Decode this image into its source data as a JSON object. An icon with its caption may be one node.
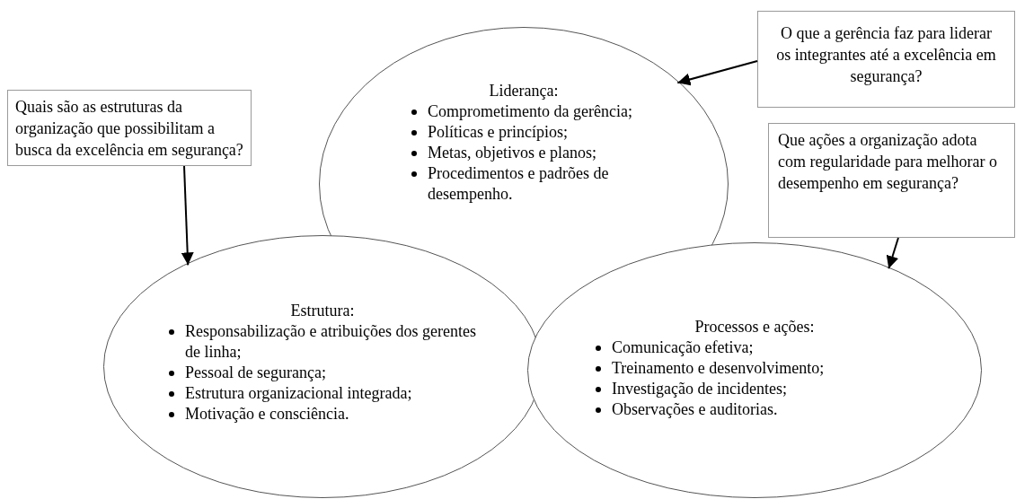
{
  "diagram": {
    "nodes": [
      {
        "text": [
          "O que a gerência faz para liderar os integrantes até a excelência em segurança?"
        ]
      },
      {
        "text": [
          "Liderança:",
          "Comprometimento da gerência;",
          "Políticas e princípios;",
          "Metas, objetivos e planos;",
          "Procedimentos e padrões de desempenho."
        ]
      },
      {
        "text": [
          "Quais são as estruturas da organização que possibilitam a busca da excelência em segurança?"
        ]
      },
      {
        "text": [
          "Que ações a organização adota com regularidade para melhorar o desempenho em segurança?"
        ]
      },
      {
        "text": [
          "Estrutura:",
          "Responsabilização e atribuições dos gerentes de linha;",
          "Pessoal de segurança;",
          "Estrutura organizacional integrada;",
          "Motivação e consciência."
        ]
      },
      {
        "text": [
          "Processos e ações:",
          "Comunicação efetiva;",
          "Treinamento e desenvolvimento;",
          "Investigação de incidentes;",
          "Observações e auditorias."
        ]
      }
    ],
    "edges": [
      {
        "from": 0,
        "to": 1,
        "arrow": "to"
      },
      {
        "from": 2,
        "to": 4,
        "arrow": "to"
      },
      {
        "from": 3,
        "to": 5,
        "arrow": "to"
      }
    ]
  }
}
